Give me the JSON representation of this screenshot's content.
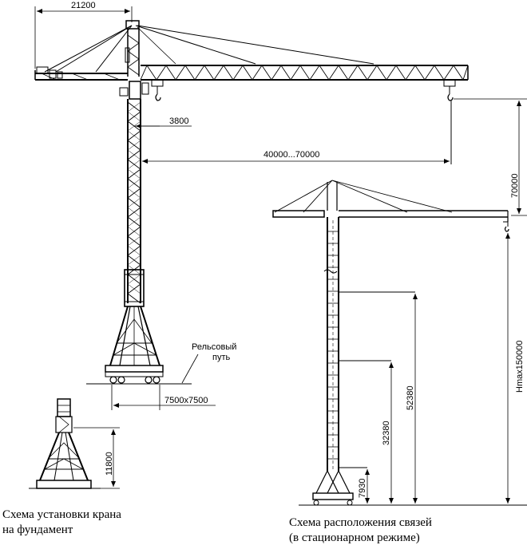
{
  "dims": {
    "jib_top": "21200",
    "tower_offset": "3800",
    "jib_reach": "40000...70000",
    "hook_drop": "70000",
    "base_track": "7500x7500",
    "foundation_h": "11800",
    "h_max": "Hmax150000",
    "tie_1": "52380",
    "tie_2": "32380",
    "tie_3": "7930"
  },
  "labels": {
    "rail_line1": "Рельсовый",
    "rail_line2": "путь"
  },
  "captions": {
    "left_line1": "Схема установки крана",
    "left_line2": "на фундамент",
    "right_line1": "Схема расположения связей",
    "right_line2": "(в стационарном режиме)"
  }
}
